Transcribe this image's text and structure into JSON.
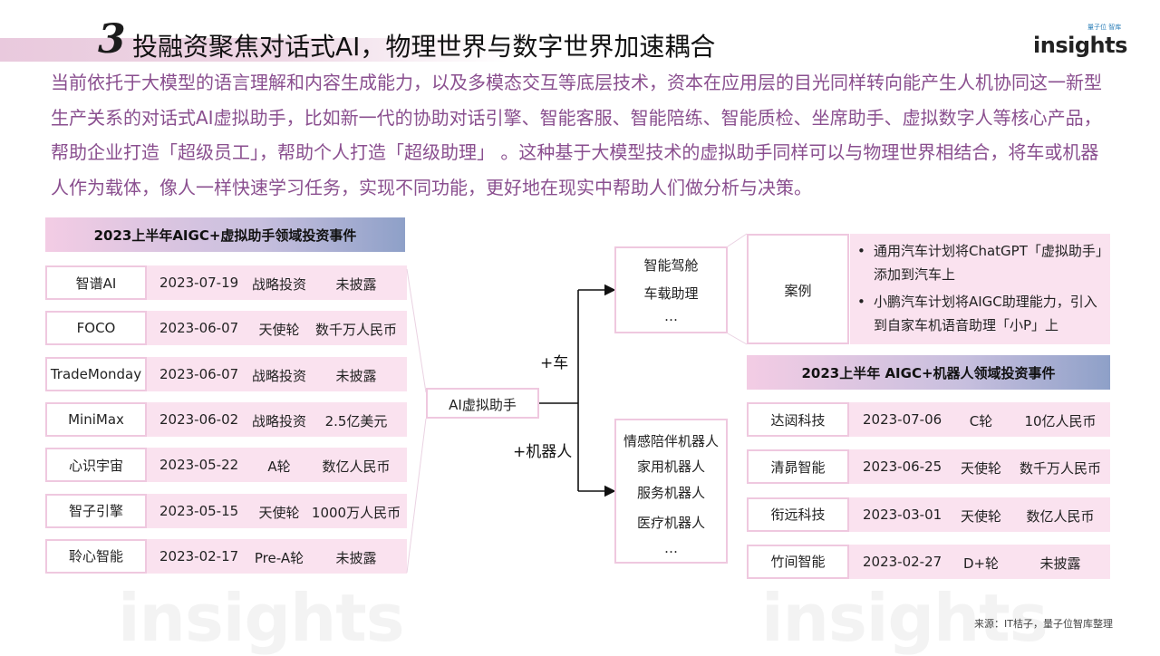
{
  "header": {
    "number": "3",
    "title": "投融资聚焦对话式AI，物理世界与数字世界加速耦合",
    "logo": "insights",
    "logo_sub": "量子位 智库"
  },
  "intro": "当前依托于大模型的语言理解和内容生成能力，以及多模态交互等底层技术，资本在应用层的目光同样转向能产生人机协同这一新型生产关系的对话式AI虚拟助手，比如新一代的协助对话引擎、智能客服、智能陪练、智能质检、坐席助手、虚拟数字人等核心产品，帮助企业打造「超级员工」，帮助个人打造「超级助理」 。这种基于大模型技术的虚拟助手同样可以与物理世界相结合，将车或机器人作为载体，像人一样快速学习任务，实现不同功能，更好地在现实中帮助人们做分析与决策。",
  "left_table": {
    "title": "2023上半年AIGC+虚拟助手领域投资事件",
    "rows": [
      {
        "name": "智谱AI",
        "date": "2023-07-19",
        "round": "战略投资",
        "amount": "未披露"
      },
      {
        "name": "FOCO",
        "date": "2023-06-07",
        "round": "天使轮",
        "amount": "数千万人民币"
      },
      {
        "name": "TradeMonday",
        "date": "2023-06-07",
        "round": "战略投资",
        "amount": "未披露"
      },
      {
        "name": "MiniMax",
        "date": "2023-06-02",
        "round": "战略投资",
        "amount": "2.5亿美元"
      },
      {
        "name": "心识宇宙",
        "date": "2023-05-22",
        "round": "A轮",
        "amount": "数亿人民币"
      },
      {
        "name": "智子引擎",
        "date": "2023-05-15",
        "round": "天使轮",
        "amount": "1000万人民币"
      },
      {
        "name": "聆心智能",
        "date": "2023-02-17",
        "round": "Pre-A轮",
        "amount": "未披露"
      }
    ]
  },
  "diagram": {
    "center": "AI虚拟助手",
    "branch_car": "+车",
    "branch_robot": "+机器人",
    "car_items": [
      "智能驾舱",
      "车载助理",
      "…"
    ],
    "robot_items": [
      "情感陪伴机器人",
      "家用机器人",
      "服务机器人",
      "医疗机器人",
      "…"
    ],
    "case_label": "案例",
    "case_points": [
      "通用汽车计划将ChatGPT「虚拟助手」添加到汽车上",
      "小鹏汽车计划将AIGC助理能力，引入到自家车机语音助理「小P」上"
    ]
  },
  "right_table": {
    "title": "2023上半年 AIGC+机器人领域投资事件",
    "rows": [
      {
        "name": "达闼科技",
        "date": "2023-07-06",
        "round": "C轮",
        "amount": "10亿人民币"
      },
      {
        "name": "清昴智能",
        "date": "2023-06-25",
        "round": "天使轮",
        "amount": "数千万人民币"
      },
      {
        "name": "衔远科技",
        "date": "2023-03-01",
        "round": "天使轮",
        "amount": "数亿人民币"
      },
      {
        "name": "竹间智能",
        "date": "2023-02-27",
        "round": "D+轮",
        "amount": "未披露"
      }
    ]
  },
  "source": "来源：IT桔子，量子位智库整理"
}
